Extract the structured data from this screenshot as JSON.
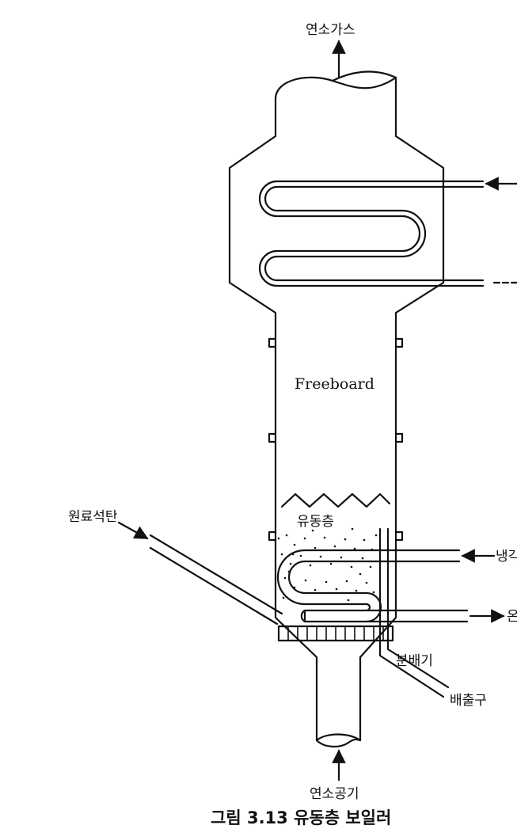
{
  "labels": {
    "exhaust_gas": "연소가스",
    "freeboard": "Freeboard",
    "fluidized_bed": "유동층",
    "raw_coal": "원료석탄",
    "cooling_water": "냉각수",
    "outlet_cut": "온",
    "distributor": "분배기",
    "discharge": "배출구",
    "combustion_air": "연소공기"
  },
  "caption": "그림 3.13  유동층 보일러"
}
